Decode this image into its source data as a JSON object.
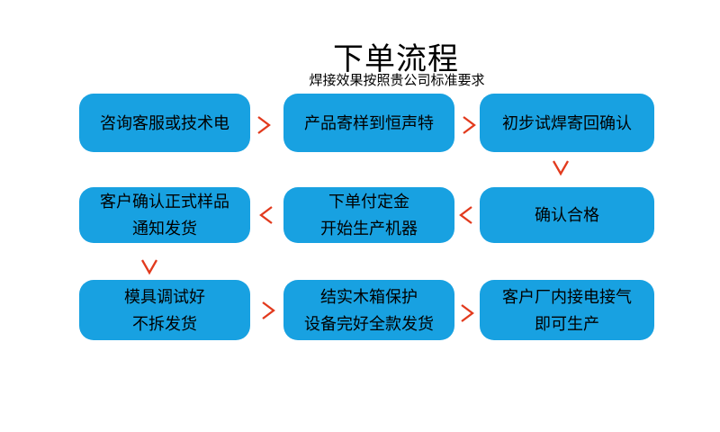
{
  "page": {
    "title": "下单流程",
    "subtitle": "焊接效果按照贵公司标准要求"
  },
  "colors": {
    "box_blue": "#18A1E1",
    "arrow_red": "#E23A1D",
    "text": "#000000",
    "background": "#FFFFFF"
  },
  "flow": {
    "rows": [
      {
        "arrow_direction": "right",
        "boxes": [
          {
            "lines": [
              "咨询客服或技术电"
            ]
          },
          {
            "lines": [
              "产品寄样到恒声特"
            ]
          },
          {
            "lines": [
              "初步试焊寄回确认"
            ]
          }
        ]
      },
      {
        "arrow_direction": "left",
        "boxes": [
          {
            "lines": [
              "客户确认正式样品",
              "通知发货"
            ]
          },
          {
            "lines": [
              "下单付定金",
              "开始生产机器"
            ]
          },
          {
            "lines": [
              "确认合格"
            ]
          }
        ]
      },
      {
        "arrow_direction": "right",
        "boxes": [
          {
            "lines": [
              "模具调试好",
              "不拆发货"
            ]
          },
          {
            "lines": [
              "结实木箱保护",
              "设备完好全款发货"
            ]
          },
          {
            "lines": [
              "客户厂内接电接气",
              "即可生产"
            ]
          }
        ]
      }
    ],
    "connectors": [
      {
        "from": "初步试焊寄回确认",
        "to": "确认合格",
        "direction": "down"
      },
      {
        "from": "客户确认正式样品 通知发货",
        "to": "模具调试好 不拆发货",
        "direction": "down"
      }
    ]
  }
}
